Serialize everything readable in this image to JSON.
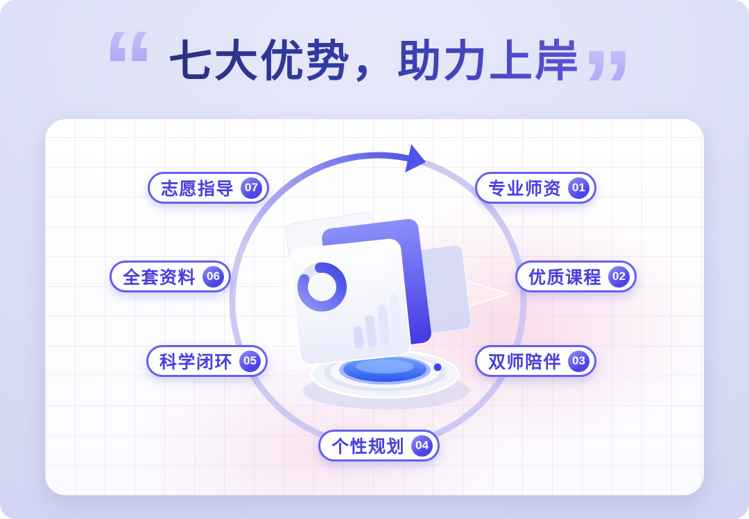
{
  "header": {
    "title": "七大优势，助力上岸",
    "quote_open": "“",
    "quote_close": "”"
  },
  "advantages": [
    {
      "label": "专业师资",
      "number": "01"
    },
    {
      "label": "优质课程",
      "number": "02"
    },
    {
      "label": "双师陪伴",
      "number": "03"
    },
    {
      "label": "个性规划",
      "number": "04"
    },
    {
      "label": "科学闭环",
      "number": "05"
    },
    {
      "label": "全套资料",
      "number": "06"
    },
    {
      "label": "志愿指导",
      "number": "07"
    }
  ],
  "colors": {
    "page_background": "#d8dbf4",
    "card_background": "#ffffff",
    "grid_line": "#e7c8de",
    "pink_blob": "#f8d6e5",
    "title_gradient_start": "#20295f",
    "title_gradient_end": "#7a62f4",
    "quote_mark": "#8b80f4",
    "pill_border": "#655fee",
    "pill_text": "#4a3edd",
    "badge_gradient_start": "#968df8",
    "badge_gradient_end": "#4a46e8",
    "flow_circle_light": "#cdc9f2",
    "flow_circle_dark": "#4f55ea",
    "dashboard_blue_panel": "#4640e6",
    "platform_pool_blue": "#2b55ef"
  }
}
